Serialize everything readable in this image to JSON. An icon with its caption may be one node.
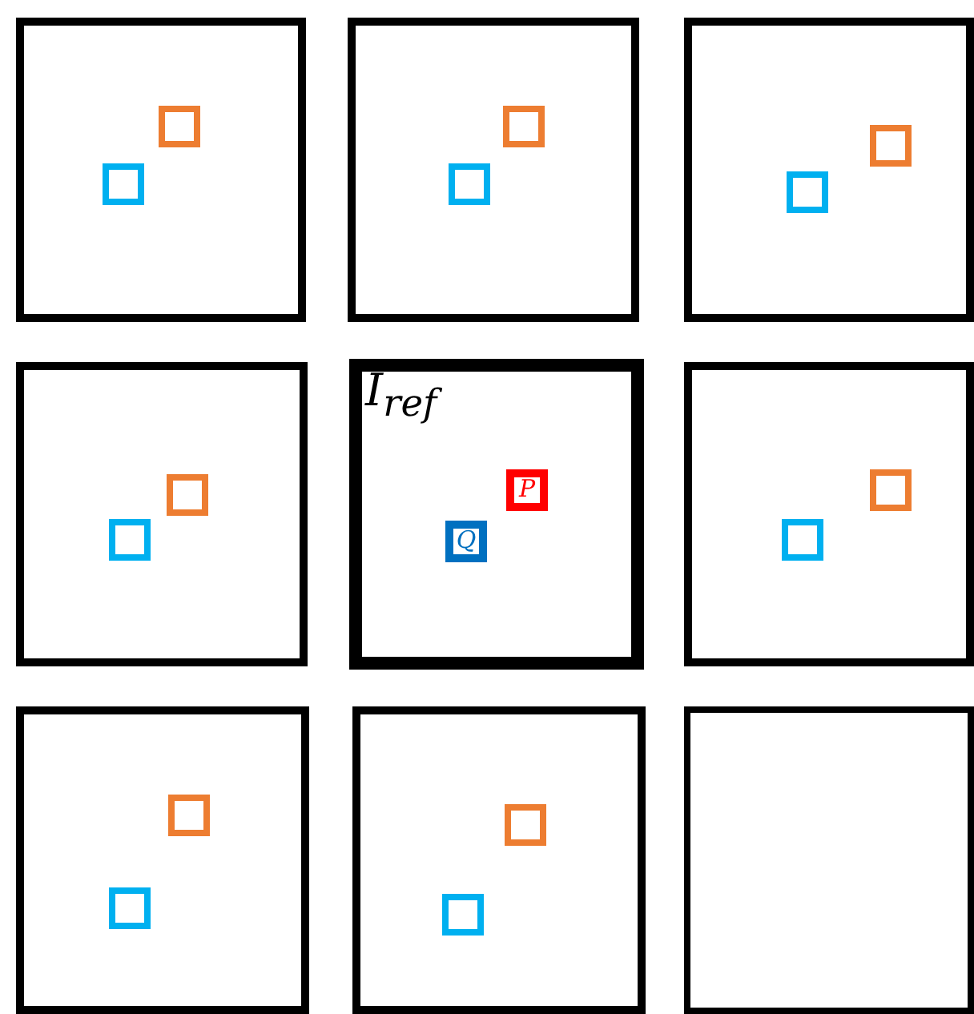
{
  "diagram": {
    "nodes": [
      {
        "text": [],
        "shape": "box"
      },
      {
        "text": [],
        "shape": "box",
        "in": 0
      },
      {
        "text": [],
        "shape": "box",
        "in": 0
      },
      {
        "text": [],
        "shape": "box"
      },
      {
        "text": [],
        "shape": "box",
        "in": 3
      },
      {
        "text": [],
        "shape": "box",
        "in": 3
      },
      {
        "text": [],
        "shape": "box"
      },
      {
        "text": [],
        "shape": "box",
        "in": 6
      },
      {
        "text": [],
        "shape": "box",
        "in": 6
      },
      {
        "text": [],
        "shape": "box"
      },
      {
        "text": [],
        "shape": "box",
        "in": 9
      },
      {
        "text": [],
        "shape": "box",
        "in": 9
      },
      {
        "text": [
          "I$_{ref}$"
        ]
      },
      {
        "text": [
          "P"
        ],
        "in": 12
      },
      {
        "text": [
          "Q"
        ],
        "in": 12
      },
      {
        "text": [],
        "shape": "box"
      },
      {
        "text": [],
        "shape": "box",
        "in": 15
      },
      {
        "text": [],
        "shape": "box",
        "in": 15
      },
      {
        "text": [],
        "shape": "box"
      },
      {
        "text": [],
        "shape": "box",
        "in": 18
      },
      {
        "text": [],
        "shape": "box",
        "in": 18
      },
      {
        "text": [],
        "shape": "box"
      },
      {
        "text": [],
        "shape": "box",
        "in": 21
      },
      {
        "text": [],
        "shape": "box",
        "in": 21
      },
      {
        "text": [],
        "shape": "box"
      }
    ]
  }
}
